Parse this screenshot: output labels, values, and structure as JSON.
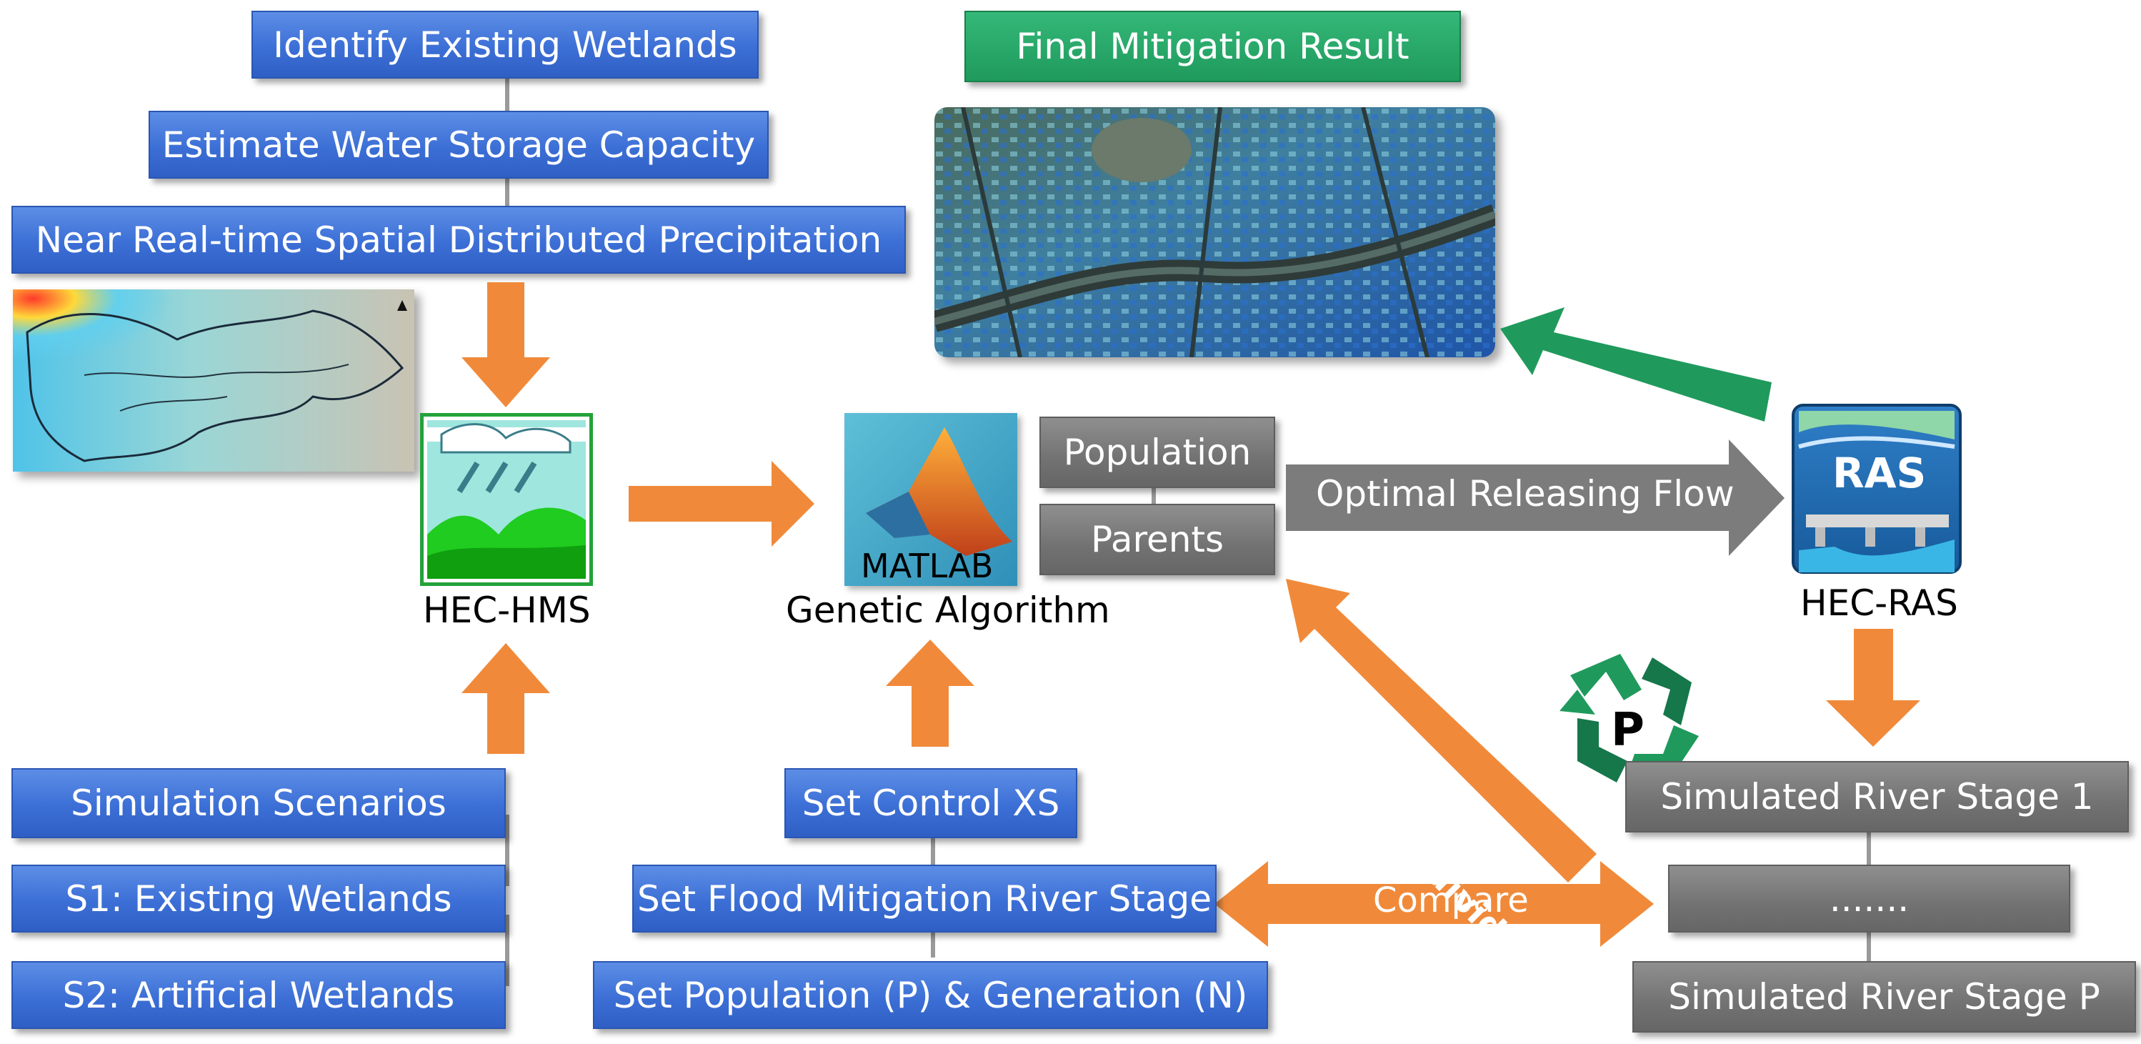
{
  "left_column": {
    "identify_wetlands": "Identify Existing Wetlands",
    "storage_capacity": "Estimate Water Storage Capacity",
    "precipitation": "Near Real-time Spatial Distributed Precipitation"
  },
  "final_result": "Final Mitigation Result",
  "hec_hms": {
    "label": "HEC-HMS"
  },
  "matlab": {
    "badge": "MATLAB",
    "label": "Genetic Algorithm"
  },
  "ga_boxes": {
    "population": "Population",
    "parents": "Parents"
  },
  "optimal_flow": "Optimal Releasing Flow",
  "hec_ras": {
    "badge": "RAS",
    "label": "HEC-RAS"
  },
  "recycle": {
    "letter": "P"
  },
  "best_individual": "The best Individual",
  "compare": "Compare",
  "scenarios": {
    "title": "Simulation Scenarios",
    "s1": "S1: Existing Wetlands",
    "s2": "S2: Artificial Wetlands"
  },
  "controls": {
    "xs": "Set Control XS",
    "river_stage": "Set Flood Mitigation River Stage",
    "population_generation": "Set Population (P) & Generation (N)"
  },
  "simulated": {
    "stage_1": "Simulated River Stage 1",
    "dots": ".......",
    "stage_p": "Simulated River Stage P"
  },
  "colors": {
    "blue_box": "#3c6fd6",
    "green_box": "#1f9a5c",
    "gray_box": "#727272",
    "orange_arrow": "#f08a3a",
    "green_arrow": "#1f9a5c",
    "gray_arrow": "#7c7c7c"
  }
}
